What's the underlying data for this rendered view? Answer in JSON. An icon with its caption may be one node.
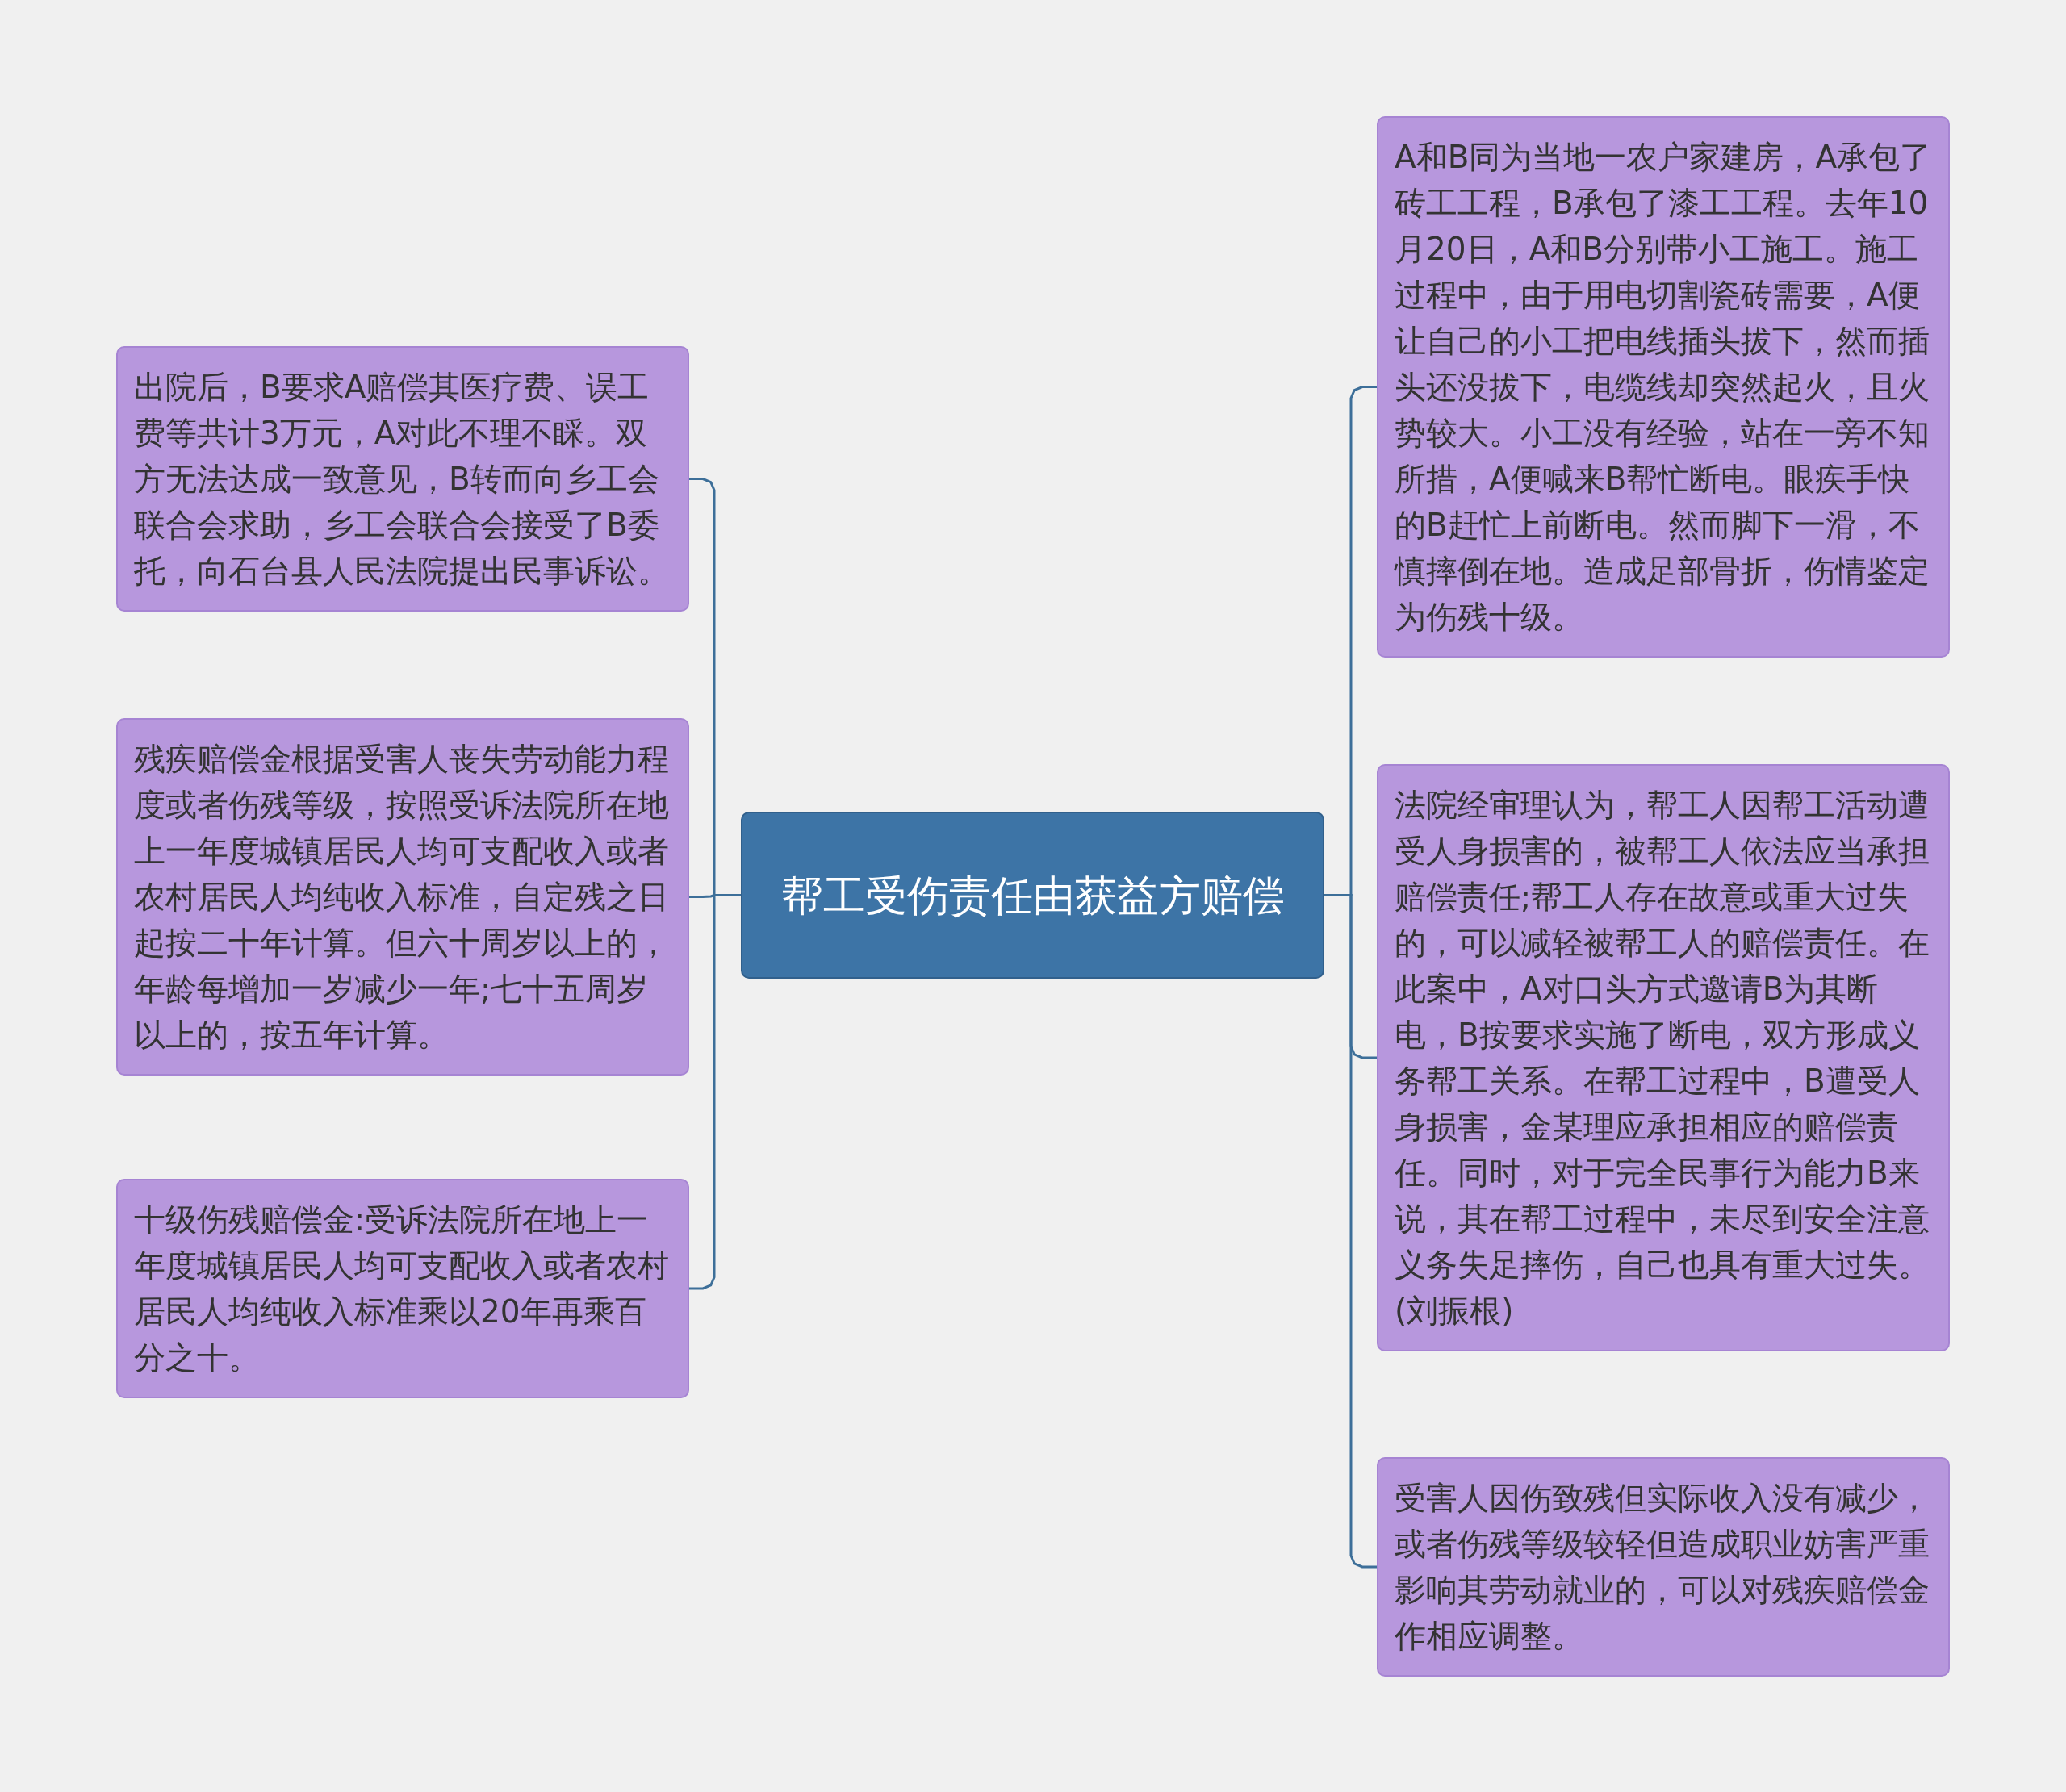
{
  "diagram": {
    "nodes": [
      {
        "text": [
          "帮工受伤责任由获益方赔偿"
        ]
      },
      {
        "text": [
          "出院后，B要求A赔偿其医疗费、误工费等共计3万元，A对此不理不睬。双方无法达成一致意见，B转而向乡工会联合会求助，乡工会联合会接受了B委托，向石台县人民法院提出民事诉讼。"
        ]
      },
      {
        "text": [
          "残疾赔偿金根据受害人丧失劳动能力程度或者伤残等级，按照受诉法院所在地上一年度城镇居民人均可支配收入或者农村居民人均纯收入标准，自定残之日起按二十年计算。但六十周岁以上的，年龄每增加一岁减少一年;七十五周岁以上的，按五年计算。"
        ]
      },
      {
        "text": [
          "十级伤残赔偿金:受诉法院所在地上一年度城镇居民人均可支配收入或者农村居民人均纯收入标准乘以20年再乘百分之十。"
        ]
      },
      {
        "text": [
          "A和B同为当地一农户家建房，A承包了砖工工程，B承包了漆工工程。去年10月20日，A和B分别带小工施工。施工过程中，由于用电切割瓷砖需要，A便让自己的小工把电线插头拔下，然而插头还没拔下，电缆线却突然起火，且火势较大。小工没有经验，站在一旁不知所措，A便喊来B帮忙断电。眼疾手快的B赶忙上前断电。然而脚下一滑，不慎摔倒在地。造成足部骨折，伤情鉴定为伤残十级。"
        ]
      },
      {
        "text": [
          "法院经审理认为，帮工人因帮工活动遭受人身损害的，被帮工人依法应当承担赔偿责任;帮工人存在故意或重大过失的，可以减轻被帮工人的赔偿责任。在此案中，A对口头方式邀请B为其断电，B按要求实施了断电，双方形成义务帮工关系。在帮工过程中，B遭受人身损害，金某理应承担相应的赔偿责任。同时，对于完全民事行为能力B来说，其在帮工过程中，未尽到安全注意义务失足摔伤，自己也具有重大过失。(刘振根)"
        ]
      },
      {
        "text": [
          "受害人因伤致残但实际收入没有减少，或者伤残等级较轻但造成职业妨害严重影响其劳动就业的，可以对残疾赔偿金作相应调整。"
        ]
      }
    ],
    "edges": [
      {
        "from": 0,
        "to": 1,
        "arrow": "none"
      },
      {
        "from": 0,
        "to": 2,
        "arrow": "none"
      },
      {
        "from": 0,
        "to": 3,
        "arrow": "none"
      },
      {
        "from": 0,
        "to": 4,
        "arrow": "none"
      },
      {
        "from": 0,
        "to": 5,
        "arrow": "none"
      },
      {
        "from": 0,
        "to": 6,
        "arrow": "none"
      }
    ]
  }
}
